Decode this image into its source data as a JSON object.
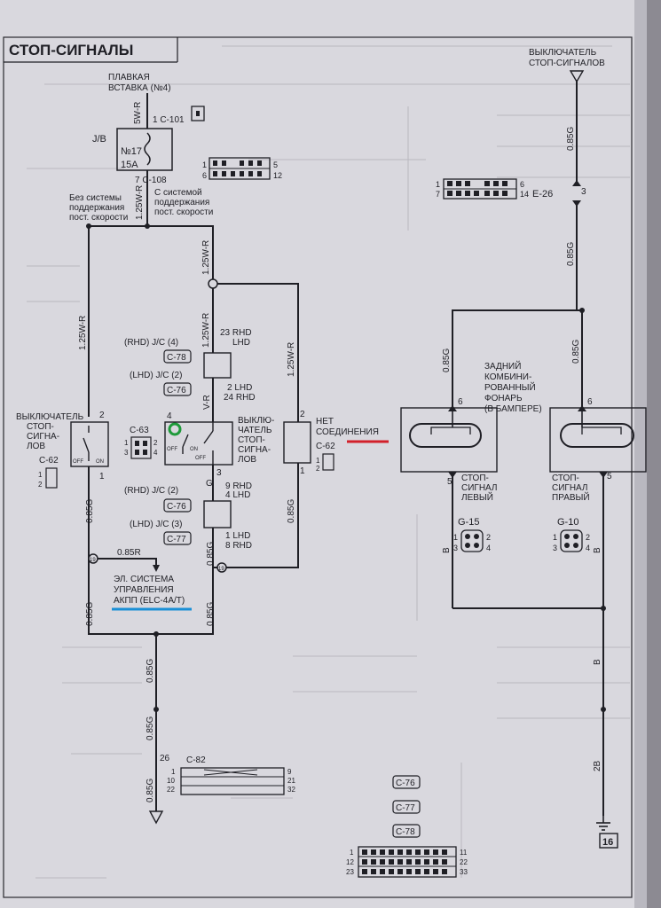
{
  "title": "СТОП-СИГНАЛЫ",
  "labels": {
    "plug_insert_1": "ПЛАВКАЯ",
    "plug_insert_2": "ВСТАВКА (№4)",
    "c101": "1  C-101",
    "jb": "J/B",
    "fuse_no": "№17",
    "fuse_amp": "15A",
    "c108": "7  C-108",
    "w_5wr": "5W-R",
    "w_125wr_top": "1.25W-R",
    "w_125wr_mid": "1.25W-R",
    "w_125wr_vert": "1.25W-R",
    "w_125wr_left": "1.25W-R",
    "w_125wr_right": "1.25W-R",
    "no_cruise_1": "Без системы",
    "no_cruise_2": "поддержания",
    "no_cruise_3": "пост. скорости",
    "with_cruise_1": "С системой",
    "with_cruise_2": "поддержания",
    "with_cruise_3": "пост. скорости",
    "conn_small_1": "1",
    "conn_small_5": "5",
    "conn_small_6": "6",
    "conn_small_12": "12",
    "rhd_jc4": "(RHD)  J/C (4)",
    "lhd_jc2": "(LHD)  J/C (2)",
    "c78": "C-78",
    "c76": "C-76",
    "pin23": "23 RHD",
    "lhd1": "LHD",
    "pin_lhd2": "2  LHD",
    "pin24": "24 RHD",
    "vr": "V-R",
    "switch_left_1": "ВЫКЛЮЧАТЕЛЬ",
    "switch_left_2": "СТОП-",
    "switch_left_3": "СИГНА-",
    "switch_left_4": "ЛОВ",
    "c62_left": "C-62",
    "c63": "C-63",
    "switch_mid_1": "ВЫКЛЮ-",
    "switch_mid_2": "ЧАТЕЛЬ",
    "switch_mid_3": "СТОП-",
    "switch_mid_4": "СИГНА-",
    "switch_mid_5": "ЛОВ",
    "nc_1": "НЕТ",
    "nc_2": "СОЕДИНЕНИЯ",
    "c62_right": "C-62",
    "rhd_jc2": "(RHD)  J/C (2)",
    "lhd_jc3": "(LHD)  J/C (3)",
    "c76b": "C-76",
    "c77": "C-77",
    "g": "G",
    "pin9": "9 RHD",
    "pin4": "4 LHD",
    "pin1_lhd": "1 LHD",
    "pin8_rhd": "8 RHD",
    "w085g_a": "0.85G",
    "w085g_b": "0.85G",
    "w085g_c": "0.85G",
    "w085g_d": "0.85G",
    "w085g_e": "0.85G",
    "w085g_f": "0.85G",
    "w085g_g": "0.85G",
    "w085r": "0.85R",
    "pin19a": "19",
    "pin19b": "19",
    "elc_1": "ЭЛ. СИСТЕМА",
    "elc_2": "УПРАВЛЕНИЯ",
    "elc_3": "АКПП (ELC-4A/T)",
    "pin26": "26",
    "c82": "C-82",
    "c82_p1": "1",
    "c82_p9": "9",
    "c82_p10": "10",
    "c82_p21": "21",
    "c82_p22": "22",
    "c82_p32": "32",
    "c76c": "C-76",
    "c77b": "C-77",
    "c78b": "C-78",
    "jc_p1": "1",
    "jc_p11": "11",
    "jc_p12": "12",
    "jc_p22": "22",
    "jc_p23": "23",
    "jc_p33": "33",
    "switch_top_1": "ВЫКЛЮЧАТЕЛЬ",
    "switch_top_2": "СТОП-СИГНАЛОВ",
    "w085g_top": "0.85G",
    "w085g_r2": "0.85G",
    "w085g_r3": "0.85G",
    "w085g_r4": "0.85G",
    "e26": "E-26",
    "e26_p1": "1",
    "e26_p6": "6",
    "e26_p7": "7",
    "e26_p14": "14",
    "pin3": "3",
    "lamp_1": "ЗАДНИЙ",
    "lamp_2": "КОМБИНИ-",
    "lamp_3": "РОВАННЫЙ",
    "lamp_4": "ФОНАРЬ",
    "lamp_5": "(В БАМПЕРЕ)",
    "pin6a": "6",
    "pin6b": "6",
    "pin5a": "5",
    "pin5b": "5",
    "stop_left_1": "СТОП-",
    "stop_left_2": "СИГНАЛ",
    "stop_left_3": "ЛЕВЫЙ",
    "stop_right_1": "СТОП-",
    "stop_right_2": "СИГНАЛ",
    "stop_right_3": "ПРАВЫЙ",
    "g15": "G-15",
    "g10": "G-10",
    "b1": "B",
    "b2": "B",
    "b3": "B",
    "pin2b": "2B",
    "ground_16": "16",
    "s12": "1",
    "s34": "3",
    "s2": "2",
    "s4": "4",
    "off": "OFF",
    "on": "ON"
  },
  "colors": {
    "paper": "#d9d8de",
    "ink": "#1f1f25",
    "mark_green": "#1e9a3a",
    "mark_red": "#d2202a",
    "mark_blue": "#1a8fd6"
  }
}
